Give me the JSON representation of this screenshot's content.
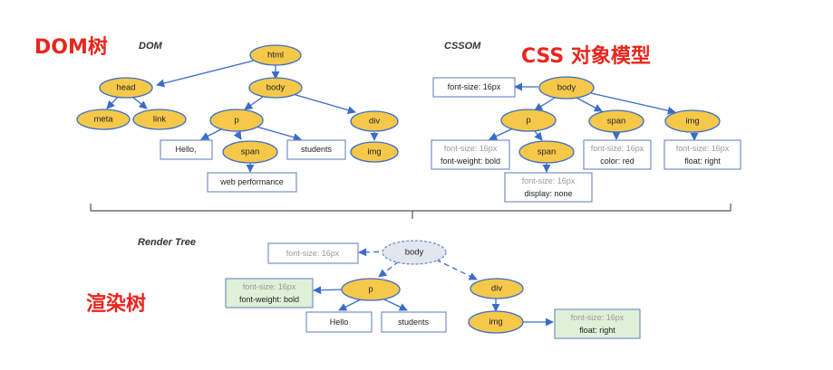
{
  "headings": {
    "dom_cn": "DOM树",
    "dom_en": "DOM",
    "cssom_en": "CSSOM",
    "cssom_cn": "CSS 对象模型",
    "render_en": "Render Tree",
    "render_cn": "渲染树"
  },
  "dom_tree": {
    "html": "html",
    "head": "head",
    "body": "body",
    "meta": "meta",
    "link": "link",
    "p": "p",
    "div": "div",
    "hello": "Hello,",
    "span": "span",
    "students": "students",
    "img": "img",
    "web_performance": "web performance"
  },
  "cssom_tree": {
    "body": "body",
    "p": "p",
    "span": "span",
    "img": "img",
    "span2": "span",
    "body_rule": "font-size: 16px",
    "p_rule_1": "font-size: 16px",
    "p_rule_2": "font-weight: bold",
    "span_rule_1": "font-size: 16px",
    "span_rule_2": "color: red",
    "img_rule_1": "font-size: 16px",
    "img_rule_2": "float: right",
    "span2_rule_1": "font-size: 16px",
    "span2_rule_2": "display: none"
  },
  "render_tree": {
    "body": "body",
    "p": "p",
    "div": "div",
    "img": "img",
    "hello": "Hello",
    "students": "students",
    "body_rule": "font-size: 16px",
    "p_rule_1": "font-size: 16px",
    "p_rule_2": "font-weight: bold",
    "img_rule_1": "font-size: 16px",
    "img_rule_2": "float: right"
  },
  "colors": {
    "node_fill": "#f5c84a",
    "node_stroke": "#3a6cc8",
    "heading_red": "#e8261c",
    "box_green": "#dff0d8"
  }
}
